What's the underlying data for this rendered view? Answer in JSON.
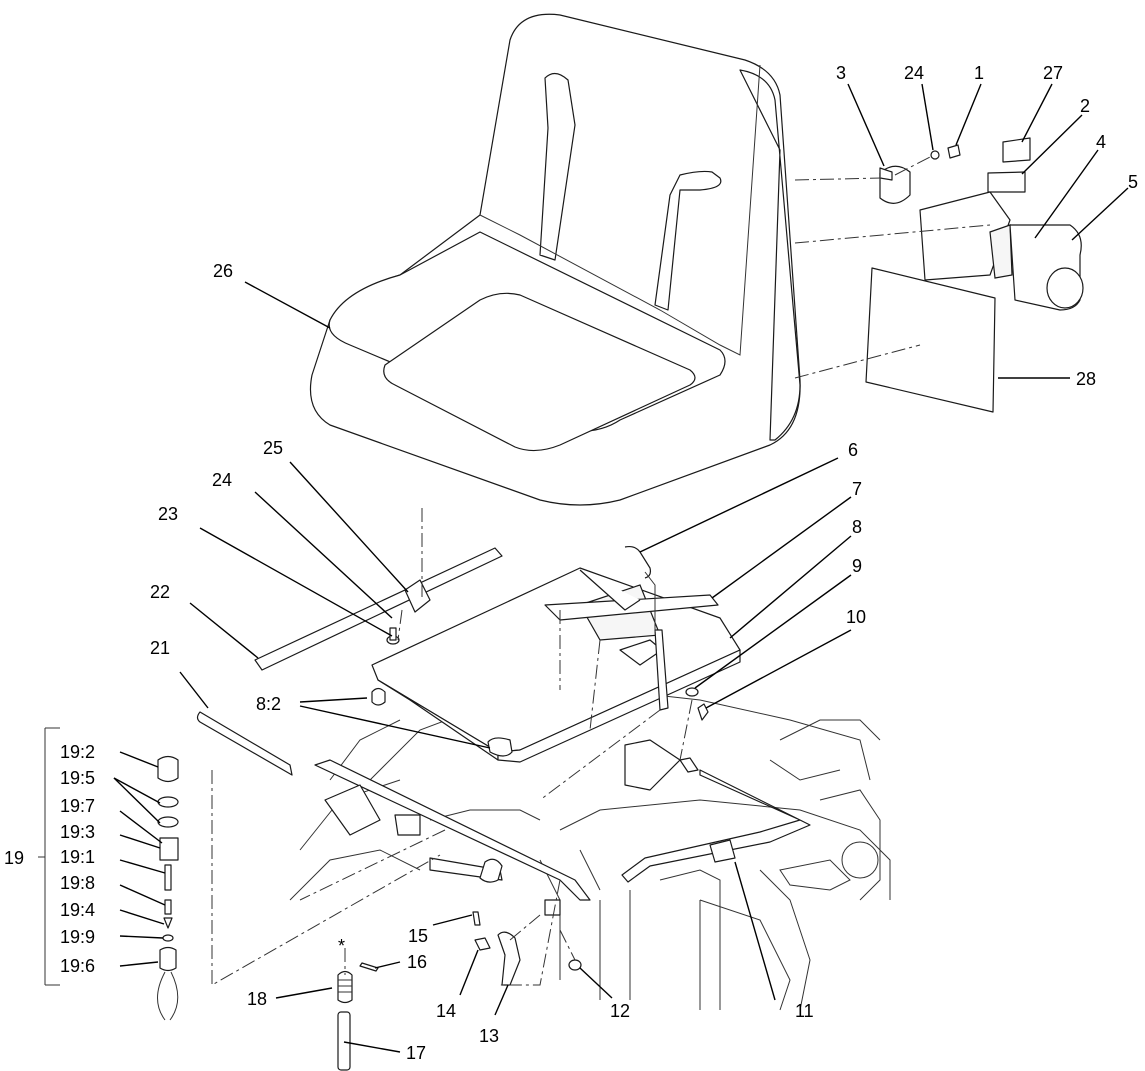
{
  "callouts": [
    {
      "id": "c1",
      "label": "1"
    },
    {
      "id": "c2",
      "label": "2"
    },
    {
      "id": "c3",
      "label": "3"
    },
    {
      "id": "c4",
      "label": "4"
    },
    {
      "id": "c5",
      "label": "5"
    },
    {
      "id": "c6",
      "label": "6"
    },
    {
      "id": "c7",
      "label": "7"
    },
    {
      "id": "c8",
      "label": "8"
    },
    {
      "id": "c9",
      "label": "9"
    },
    {
      "id": "c10",
      "label": "10"
    },
    {
      "id": "c11",
      "label": "11"
    },
    {
      "id": "c12",
      "label": "12"
    },
    {
      "id": "c13",
      "label": "13"
    },
    {
      "id": "c14",
      "label": "14"
    },
    {
      "id": "c15",
      "label": "15"
    },
    {
      "id": "c16",
      "label": "16"
    },
    {
      "id": "c17",
      "label": "17"
    },
    {
      "id": "c18",
      "label": "18"
    },
    {
      "id": "c19",
      "label": "19"
    },
    {
      "id": "c21",
      "label": "21"
    },
    {
      "id": "c22",
      "label": "22"
    },
    {
      "id": "c23",
      "label": "23"
    },
    {
      "id": "c24a",
      "label": "24"
    },
    {
      "id": "c24b",
      "label": "24"
    },
    {
      "id": "c25",
      "label": "25"
    },
    {
      "id": "c26",
      "label": "26"
    },
    {
      "id": "c27",
      "label": "27"
    },
    {
      "id": "c28",
      "label": "28"
    },
    {
      "id": "c8_2",
      "label": "8:2"
    },
    {
      "id": "c19_2",
      "label": "19:2"
    },
    {
      "id": "c19_5",
      "label": "19:5"
    },
    {
      "id": "c19_7",
      "label": "19:7"
    },
    {
      "id": "c19_3",
      "label": "19:3"
    },
    {
      "id": "c19_1",
      "label": "19:1"
    },
    {
      "id": "c19_8",
      "label": "19:8"
    },
    {
      "id": "c19_4",
      "label": "19:4"
    },
    {
      "id": "c19_9",
      "label": "19:9"
    },
    {
      "id": "c19_6",
      "label": "19:6"
    }
  ],
  "asterisk": "*"
}
